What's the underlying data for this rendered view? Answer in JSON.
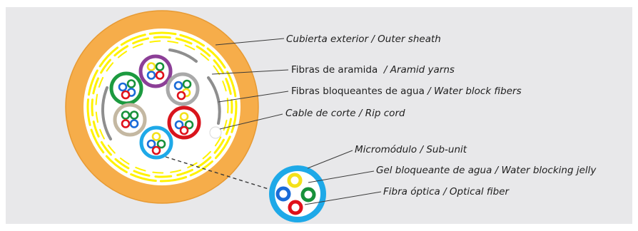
{
  "colors": {
    "panel": "#e8e8ea",
    "sheath": "#f6ad4a",
    "yarn": "#fff200",
    "water_block": "#8e8e8e",
    "subunit_purple": "#8c3f97",
    "subunit_grey": "#a9a9a9",
    "subunit_green": "#1c9a3f",
    "subunit_red": "#d9141c",
    "subunit_tan": "#c4b8a2",
    "subunit_blue": "#1ea9e8",
    "fiber_blue": "#1a6bd8",
    "fiber_green": "#17913a",
    "fiber_red": "#e0101a",
    "fiber_yellow": "#f4e11a",
    "leader": "#3a3a3a"
  },
  "labels": {
    "outer_sheath": {
      "es": "Cubierta exterior",
      "sep": " / ",
      "en": "Outer sheath"
    },
    "aramid": {
      "es": "Fibras de aramida",
      "sep": "  / ",
      "en": "Aramid yarns"
    },
    "water_block": {
      "es": "Fibras bloqueantes de agua",
      "sep": " / ",
      "en": "Water block fibers"
    },
    "rip_cord": {
      "es": "Cable de corte",
      "sep": " / ",
      "en": "Rip cord"
    },
    "sub_unit": {
      "es": "Micromódulo",
      "sep": " / ",
      "en": "Sub-unit"
    },
    "jelly": {
      "es": "Gel bloqueante de agua",
      "sep": " / ",
      "en": "Water blocking jelly"
    },
    "fiber": {
      "es": "Fibra óptica",
      "sep": " / ",
      "en": "Optical fiber"
    }
  }
}
